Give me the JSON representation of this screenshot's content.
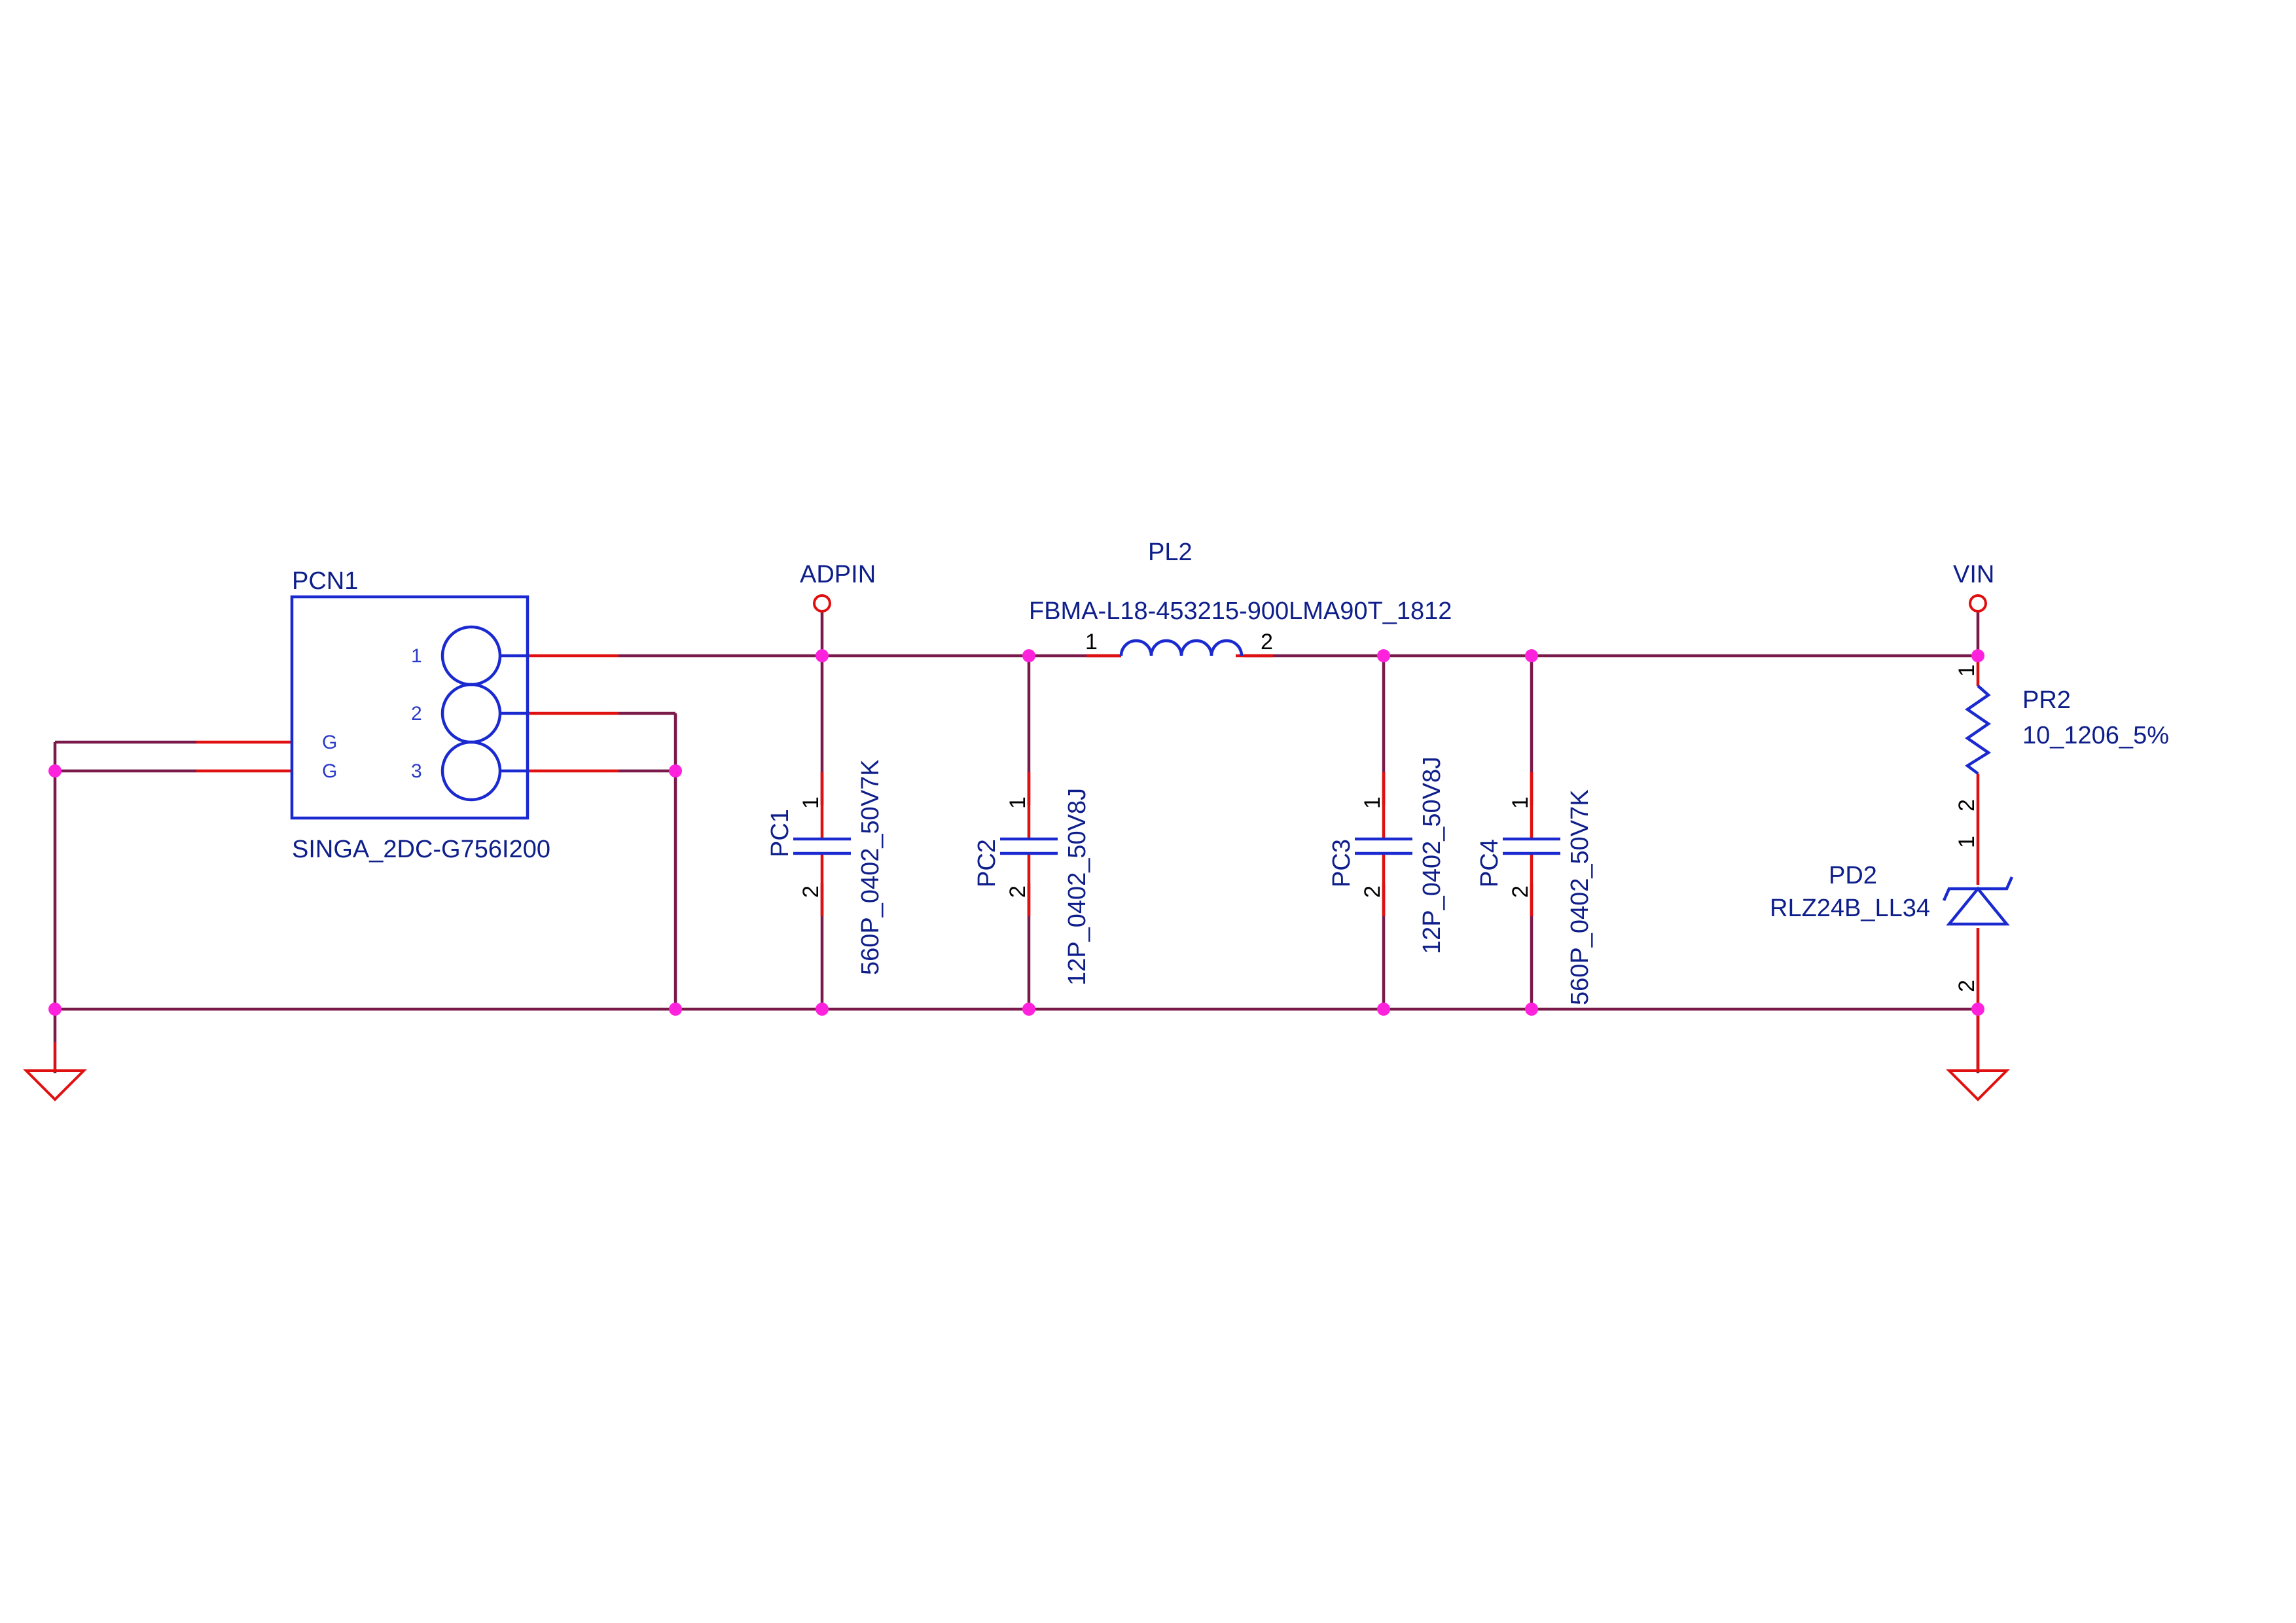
{
  "nets": {
    "adpin": "ADPIN",
    "vin": "VIN"
  },
  "components": {
    "pcn1": {
      "ref": "PCN1",
      "value": "SINGA_2DC-G756I200",
      "pins": [
        "1",
        "2",
        "3"
      ],
      "ground_pins": [
        "G",
        "G"
      ]
    },
    "pl2": {
      "ref": "PL2",
      "value": "FBMA-L18-453215-900LMA90T_1812",
      "pin1": "1",
      "pin2": "2"
    },
    "pc1": {
      "ref": "PC1",
      "value": "560P_0402_50V7K",
      "pin1": "1",
      "pin2": "2"
    },
    "pc2": {
      "ref": "PC2",
      "value": "12P_0402_50V8J",
      "pin1": "1",
      "pin2": "2"
    },
    "pc3": {
      "ref": "PC3",
      "value": "12P_0402_50V8J",
      "pin1": "1",
      "pin2": "2"
    },
    "pc4": {
      "ref": "PC4",
      "value": "560P_0402_50V7K",
      "pin1": "1",
      "pin2": "2"
    },
    "pr2": {
      "ref": "PR2",
      "value": "10_1206_5%",
      "pin1": "1",
      "pin2": "2"
    },
    "pd2": {
      "ref": "PD2",
      "value": "RLZ24B_LL34",
      "pin1": "1",
      "pin2": "2"
    }
  },
  "colors": {
    "wire": "#7a1a4a",
    "pin": "#e01010",
    "component": "#1a2ad0",
    "junction": "#ff22dd",
    "text": "#0e1e8a"
  }
}
